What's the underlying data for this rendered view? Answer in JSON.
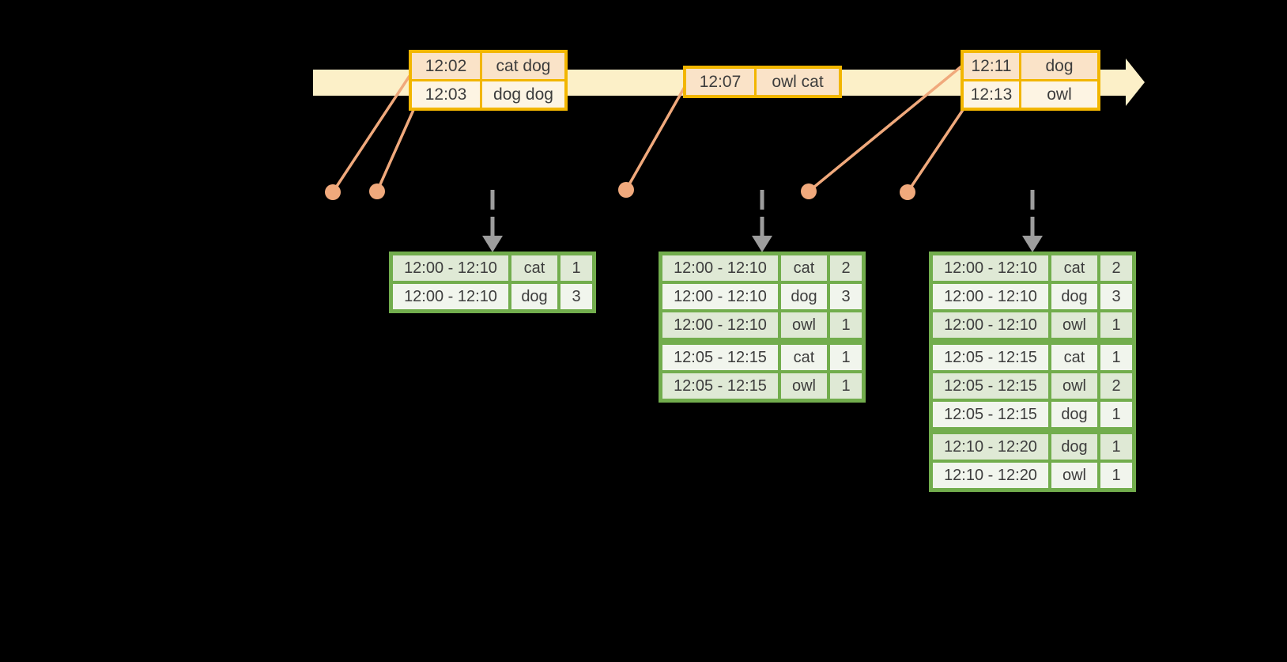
{
  "diagram": "windowed-grouped-aggregation-late-data",
  "colors": {
    "background": "#000000",
    "timeline_fill": "#fcf0c8",
    "event_table_border": "#f2b600",
    "event_row_dark": "#fae3c8",
    "event_row_light": "#fdf4e3",
    "result_table_border": "#72ad4d",
    "result_row_dark": "#dfe9d5",
    "result_row_light": "#f1f5ed",
    "connector_dot": "#f0a97c",
    "trigger_arrow": "#9d9d9d",
    "table_text": "#3d3d3d"
  },
  "icons": {
    "timeline_arrow": "right-arrow",
    "trigger_arrow": "dashed-down-arrow",
    "event_dot": "circle-marker"
  },
  "event_tables": [
    {
      "rows": [
        {
          "time": "12:02",
          "words": "cat dog"
        },
        {
          "time": "12:03",
          "words": "dog dog"
        }
      ]
    },
    {
      "rows": [
        {
          "time": "12:07",
          "words": "owl cat"
        }
      ]
    },
    {
      "rows": [
        {
          "time": "12:11",
          "words": "dog"
        },
        {
          "time": "12:13",
          "words": "owl"
        }
      ]
    }
  ],
  "result_tables": [
    {
      "rows": [
        {
          "window": "12:00 - 12:10",
          "word": "cat",
          "count": "1"
        },
        {
          "window": "12:00 - 12:10",
          "word": "dog",
          "count": "3"
        }
      ]
    },
    {
      "rows": [
        {
          "window": "12:00 - 12:10",
          "word": "cat",
          "count": "2"
        },
        {
          "window": "12:00 - 12:10",
          "word": "dog",
          "count": "3"
        },
        {
          "window": "12:00 - 12:10",
          "word": "owl",
          "count": "1"
        },
        {
          "window": "12:05 - 12:15",
          "word": "cat",
          "count": "1"
        },
        {
          "window": "12:05 - 12:15",
          "word": "owl",
          "count": "1"
        }
      ]
    },
    {
      "rows": [
        {
          "window": "12:00 - 12:10",
          "word": "cat",
          "count": "2"
        },
        {
          "window": "12:00 - 12:10",
          "word": "dog",
          "count": "3"
        },
        {
          "window": "12:00 - 12:10",
          "word": "owl",
          "count": "1"
        },
        {
          "window": "12:05 - 12:15",
          "word": "cat",
          "count": "1"
        },
        {
          "window": "12:05 - 12:15",
          "word": "owl",
          "count": "2"
        },
        {
          "window": "12:05 - 12:15",
          "word": "dog",
          "count": "1"
        },
        {
          "window": "12:10 - 12:20",
          "word": "dog",
          "count": "1"
        },
        {
          "window": "12:10 - 12:20",
          "word": "owl",
          "count": "1"
        }
      ]
    }
  ]
}
